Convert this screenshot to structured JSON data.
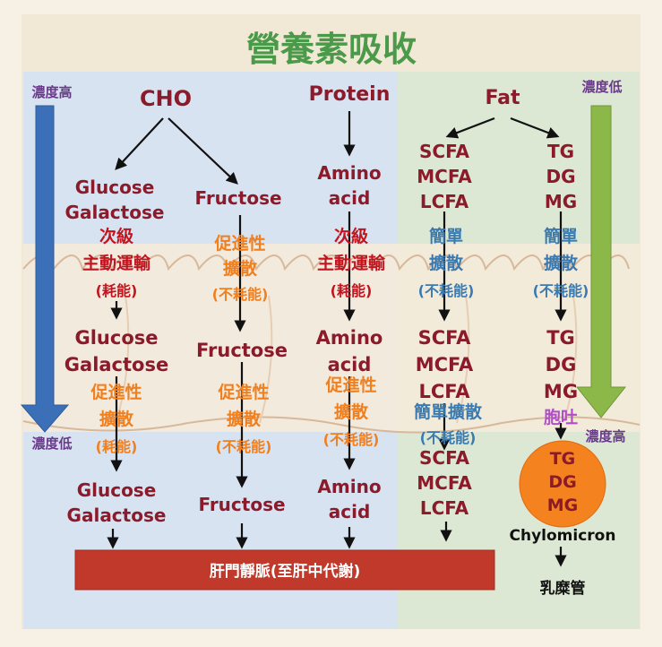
{
  "title": "營養素吸收",
  "conc_high_left": "濃度高",
  "conc_low_left": "濃度低",
  "conc_low_right": "濃度低",
  "conc_high_right": "濃度高",
  "cho": {
    "label": "CHO",
    "left_top": [
      "Glucose",
      "Galactose"
    ],
    "right_top": "Fructose",
    "mech1_left": [
      "次級",
      "主動運輸",
      "(耗能)"
    ],
    "mech1_right": [
      "促進性",
      "擴散",
      "(不耗能)"
    ],
    "mid_left": [
      "Glucose",
      "Galactose"
    ],
    "mid_right": "Fructose",
    "mech2_left": [
      "促進性",
      "擴散",
      "(耗能)"
    ],
    "mech2_right": [
      "促進性",
      "擴散",
      "(不耗能)"
    ],
    "bottom_left": [
      "Glucose",
      "Galactose"
    ],
    "bottom_right": "Fructose"
  },
  "protein": {
    "label": "Protein",
    "top": [
      "Amino",
      "acid"
    ],
    "mech1": [
      "次級",
      "主動運輸",
      "(耗能)"
    ],
    "mid": [
      "Amino",
      "acid"
    ],
    "mech2": [
      "促進性",
      "擴散",
      "(不耗能)"
    ],
    "bottom": [
      "Amino",
      "acid"
    ]
  },
  "fat": {
    "label": "Fat",
    "left_top": [
      "SCFA",
      "MCFA",
      "LCFA"
    ],
    "right_top": [
      "TG",
      "DG",
      "MG"
    ],
    "mech1_left": [
      "簡單",
      "擴散",
      "(不耗能)"
    ],
    "mech1_right": [
      "簡單",
      "擴散",
      "(不耗能)"
    ],
    "left_mid": [
      "SCFA",
      "MCFA",
      "LCFA"
    ],
    "right_mid": [
      "TG",
      "DG",
      "MG"
    ],
    "mech2_left": [
      "簡單擴散",
      "(不耗能)"
    ],
    "mech2_right": "胞吐",
    "left_bottom": [
      "SCFA",
      "MCFA",
      "LCFA"
    ],
    "chylo": [
      "TG",
      "DG",
      "MG"
    ],
    "chylo_label": "Chylomicron",
    "lacteal": "乳糜管"
  },
  "portal_vein": "肝門靜脈(至肝中代謝)",
  "colors": {
    "title": "#4a9a4a",
    "heading": "#8b1a2a",
    "molecule": "#8b1a2a",
    "active": "#c0151e",
    "facilitated": "#f07f1e",
    "simple": "#3a7ab0",
    "exocytosis": "#b04fc8",
    "bar": "#c0392b",
    "left_arrow": "#3b6fb8",
    "right_arrow": "#8cb84a",
    "chylo": "#f4821f"
  }
}
